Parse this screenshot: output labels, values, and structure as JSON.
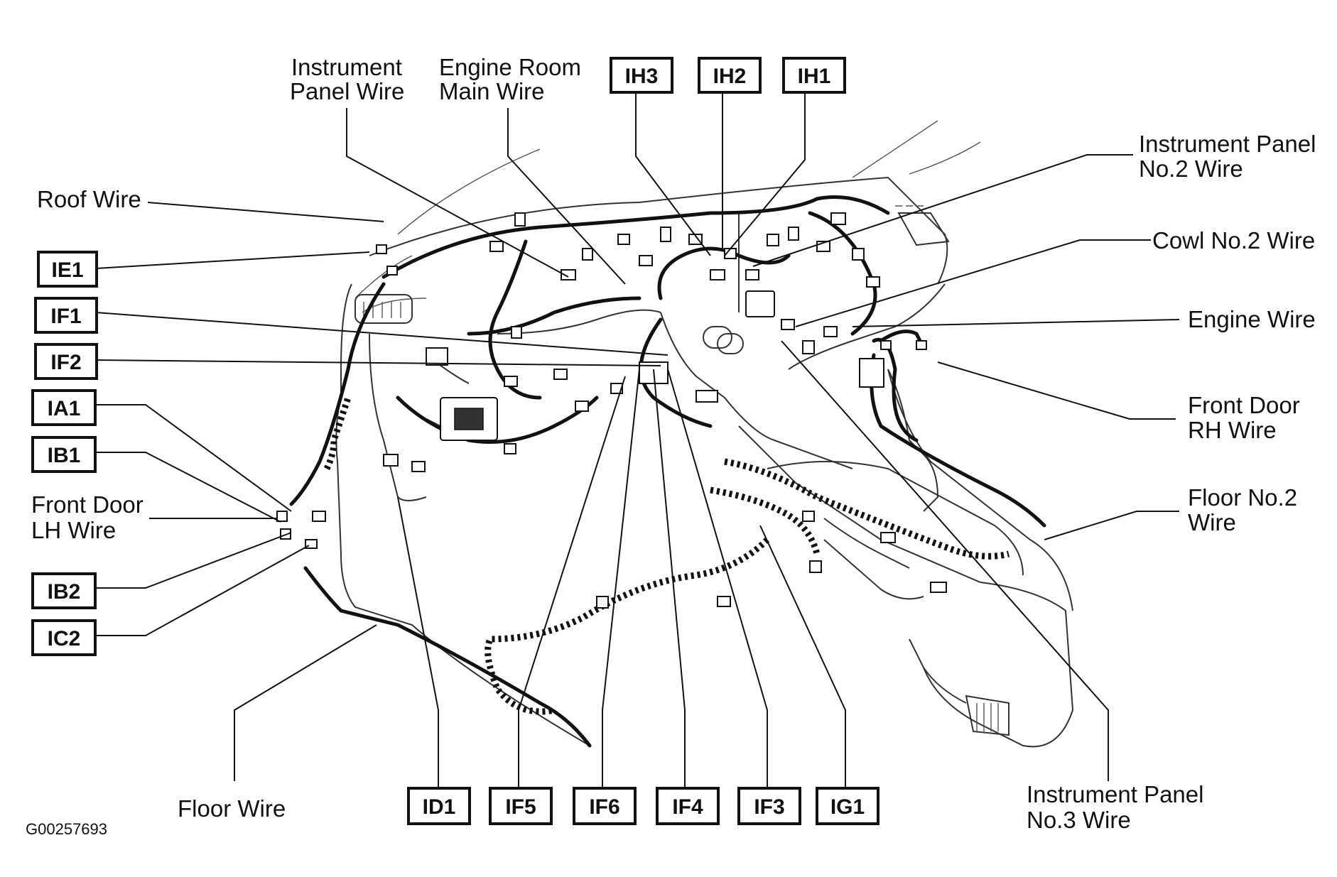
{
  "figure_id": "G00257693",
  "labels": {
    "instrument_panel_wire": [
      "Instrument",
      "Panel Wire"
    ],
    "engine_room_main_wire": [
      "Engine Room",
      "Main Wire"
    ],
    "roof_wire": [
      "Roof Wire"
    ],
    "front_door_lh_wire": [
      "Front Door",
      "LH Wire"
    ],
    "floor_wire": [
      "Floor Wire"
    ],
    "instrument_panel_no2_wire": [
      "Instrument Panel",
      "No.2 Wire"
    ],
    "cowl_no2_wire": [
      "Cowl No.2 Wire"
    ],
    "engine_wire": [
      "Engine Wire"
    ],
    "front_door_rh_wire": [
      "Front Door",
      "RH Wire"
    ],
    "floor_no2_wire": [
      "Floor No.2",
      "Wire"
    ],
    "instrument_panel_no3_wire": [
      "Instrument Panel",
      "No.3 Wire"
    ]
  },
  "codes": {
    "ih3": "IH3",
    "ih2": "IH2",
    "ih1": "IH1",
    "ie1": "IE1",
    "if1": "IF1",
    "if2": "IF2",
    "ia1": "IA1",
    "ib1": "IB1",
    "ib2": "IB2",
    "ic2": "IC2",
    "id1": "ID1",
    "if5": "IF5",
    "if6": "IF6",
    "if4": "IF4",
    "if3": "IF3",
    "ig1": "IG1"
  }
}
